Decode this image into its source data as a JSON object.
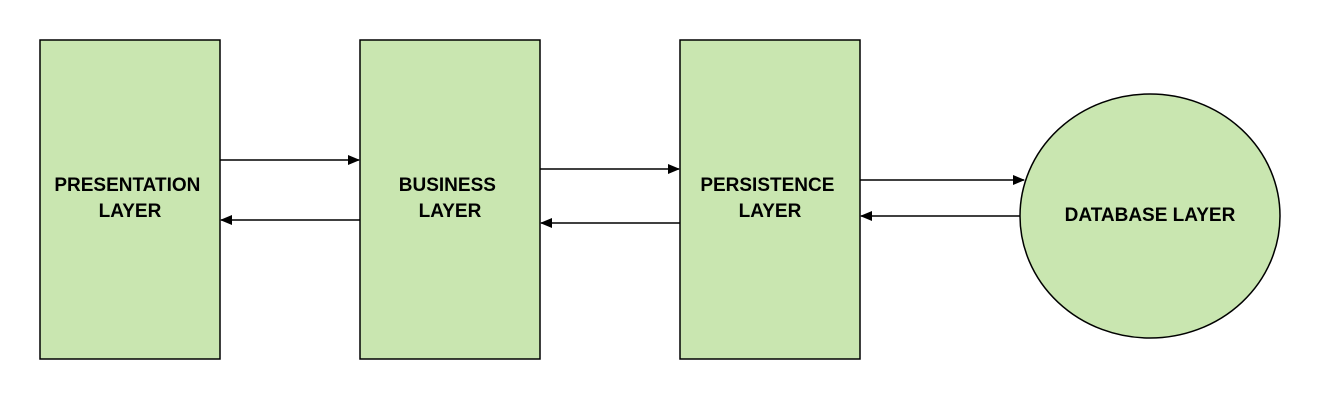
{
  "diagram": {
    "fill_color": "#c9e6b0",
    "stroke_color": "#000000",
    "nodes": {
      "presentation": {
        "line1": "PRESENTATION",
        "line2": "LAYER"
      },
      "business": {
        "line1": "BUSINESS",
        "line2": "LAYER"
      },
      "persistence": {
        "line1": "PERSISTENCE",
        "line2": "LAYER"
      },
      "database": {
        "label": "DATABASE LAYER",
        "shape": "circle"
      }
    },
    "connections": [
      {
        "from": "presentation",
        "to": "business"
      },
      {
        "from": "business",
        "to": "presentation"
      },
      {
        "from": "business",
        "to": "persistence"
      },
      {
        "from": "persistence",
        "to": "business"
      },
      {
        "from": "persistence",
        "to": "database"
      },
      {
        "from": "database",
        "to": "persistence"
      }
    ]
  }
}
